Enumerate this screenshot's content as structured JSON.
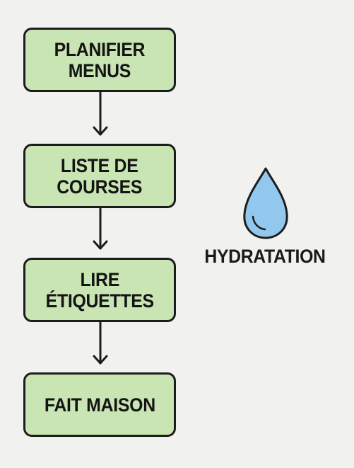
{
  "flow": {
    "steps": [
      {
        "label": "PLANIFIER\nMENUS"
      },
      {
        "label": "LISTE DE\nCOURSES"
      },
      {
        "label": "LIRE\nÉTIQUETTES"
      },
      {
        "label": "FAIT MAISON"
      }
    ]
  },
  "hydration": {
    "label": "HYDRATATION",
    "icon": "water-drop-icon"
  },
  "colors": {
    "background": "#f1f1ef",
    "box_fill": "#c9e5b3",
    "box_border": "#1c1c1c",
    "drop_fill": "#92c8ee",
    "text": "#141414"
  }
}
